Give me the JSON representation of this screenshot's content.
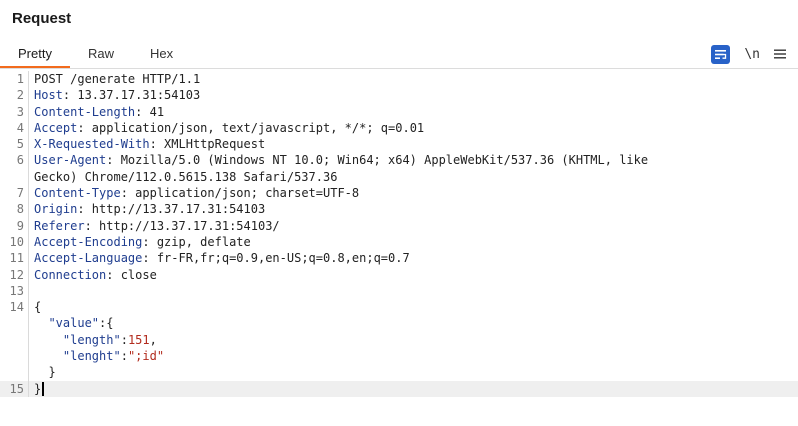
{
  "panel": {
    "title": "Request"
  },
  "tabs": [
    {
      "label": "Pretty",
      "active": true
    },
    {
      "label": "Raw",
      "active": false
    },
    {
      "label": "Hex",
      "active": false
    }
  ],
  "toolbar": {
    "wrap_icon": "wrap-lines-icon",
    "newline_label": "\\n",
    "menu_icon": "hamburger-menu-icon"
  },
  "colors": {
    "active_tab_underline": "#f26b1d",
    "wrap_button": "#2862c8",
    "header_key": "#1f3d8f",
    "json_string": "#b22b1d"
  },
  "lines": [
    {
      "num": "1",
      "segments": [
        {
          "t": "POST /generate HTTP/1.1",
          "c": "hv"
        }
      ]
    },
    {
      "num": "2",
      "segments": [
        {
          "t": "Host",
          "c": "hk"
        },
        {
          "t": ": 13.37.17.31:54103",
          "c": "hv"
        }
      ]
    },
    {
      "num": "3",
      "segments": [
        {
          "t": "Content-Length",
          "c": "hk"
        },
        {
          "t": ": 41",
          "c": "hv"
        }
      ]
    },
    {
      "num": "4",
      "segments": [
        {
          "t": "Accept",
          "c": "hk"
        },
        {
          "t": ": application/json, text/javascript, */*; q=0.01",
          "c": "hv"
        }
      ]
    },
    {
      "num": "5",
      "segments": [
        {
          "t": "X-Requested-With",
          "c": "hk"
        },
        {
          "t": ": XMLHttpRequest",
          "c": "hv"
        }
      ]
    },
    {
      "num": "6",
      "segments": [
        {
          "t": "User-Agent",
          "c": "hk"
        },
        {
          "t": ": Mozilla/5.0 (Windows NT 10.0; Win64; x64) AppleWebKit/537.36 (KHTML, like",
          "c": "hv"
        }
      ]
    },
    {
      "num": "",
      "segments": [
        {
          "t": "Gecko) Chrome/112.0.5615.138 Safari/537.36",
          "c": "hv"
        }
      ]
    },
    {
      "num": "7",
      "segments": [
        {
          "t": "Content-Type",
          "c": "hk"
        },
        {
          "t": ": application/json; charset=UTF-8",
          "c": "hv"
        }
      ]
    },
    {
      "num": "8",
      "segments": [
        {
          "t": "Origin",
          "c": "hk"
        },
        {
          "t": ": http://13.37.17.31:54103",
          "c": "hv"
        }
      ]
    },
    {
      "num": "9",
      "segments": [
        {
          "t": "Referer",
          "c": "hk"
        },
        {
          "t": ": http://13.37.17.31:54103/",
          "c": "hv"
        }
      ]
    },
    {
      "num": "10",
      "segments": [
        {
          "t": "Accept-Encoding",
          "c": "hk"
        },
        {
          "t": ": gzip, deflate",
          "c": "hv"
        }
      ]
    },
    {
      "num": "11",
      "segments": [
        {
          "t": "Accept-Language",
          "c": "hk"
        },
        {
          "t": ": fr-FR,fr;q=0.9,en-US;q=0.8,en;q=0.7",
          "c": "hv"
        }
      ]
    },
    {
      "num": "12",
      "segments": [
        {
          "t": "Connection",
          "c": "hk"
        },
        {
          "t": ": close",
          "c": "hv"
        }
      ]
    },
    {
      "num": "13",
      "segments": []
    },
    {
      "num": "14",
      "segments": [
        {
          "t": "{",
          "c": "jp"
        }
      ]
    },
    {
      "num": "",
      "segments": [
        {
          "t": "  ",
          "c": "jp"
        },
        {
          "t": "\"value\"",
          "c": "jk"
        },
        {
          "t": ":{",
          "c": "jp"
        }
      ]
    },
    {
      "num": "",
      "segments": [
        {
          "t": "    ",
          "c": "jp"
        },
        {
          "t": "\"length\"",
          "c": "jk"
        },
        {
          "t": ":",
          "c": "jp"
        },
        {
          "t": "151",
          "c": "jn"
        },
        {
          "t": ",",
          "c": "jp"
        }
      ]
    },
    {
      "num": "",
      "segments": [
        {
          "t": "    ",
          "c": "jp"
        },
        {
          "t": "\"lenght\"",
          "c": "jk"
        },
        {
          "t": ":",
          "c": "jp"
        },
        {
          "t": "\";id\"",
          "c": "js"
        }
      ]
    },
    {
      "num": "",
      "segments": [
        {
          "t": "  }",
          "c": "jp"
        }
      ]
    },
    {
      "num": "15",
      "segments": [
        {
          "t": "}",
          "c": "jp"
        }
      ],
      "current": true
    }
  ]
}
